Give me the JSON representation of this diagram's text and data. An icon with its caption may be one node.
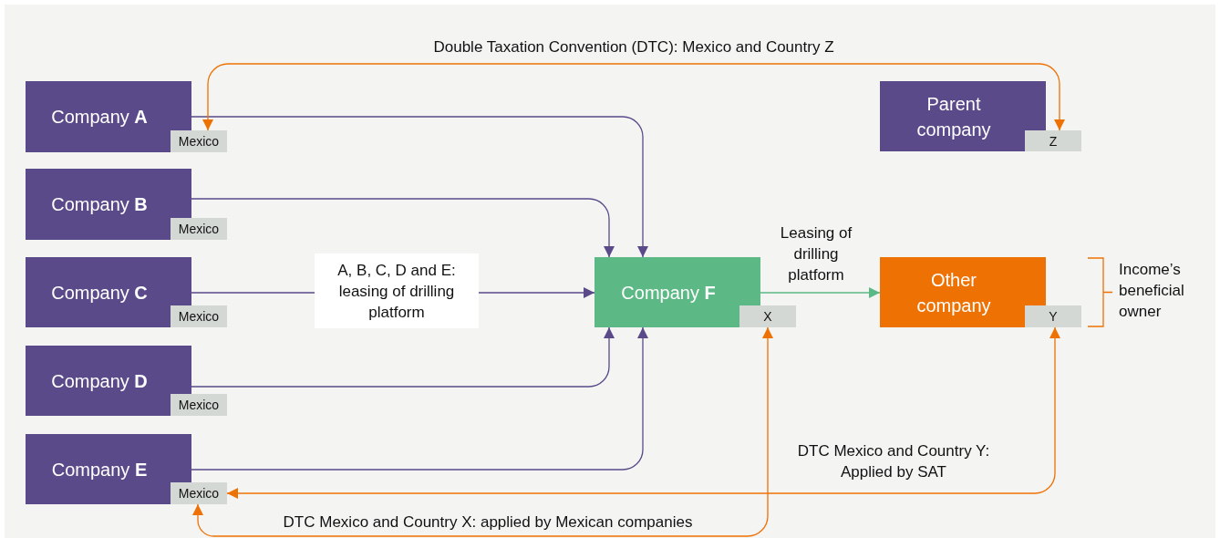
{
  "diagram": {
    "nodes": [
      {
        "text": [
          "Company **A**"
        ]
      },
      {
        "text": [
          "Mexico"
        ]
      },
      {
        "text": [
          "Company **B**"
        ]
      },
      {
        "text": [
          "Mexico"
        ]
      },
      {
        "text": [
          "Company **C**"
        ]
      },
      {
        "text": [
          "Mexico"
        ]
      },
      {
        "text": [
          "Company **D**"
        ]
      },
      {
        "text": [
          "Mexico"
        ]
      },
      {
        "text": [
          "Company **E**"
        ]
      },
      {
        "text": [
          "Mexico"
        ]
      },
      {
        "text": [
          "Parent company"
        ]
      },
      {
        "text": [
          "Z"
        ]
      },
      {
        "text": [
          "Company **F**"
        ]
      },
      {
        "text": [
          "X"
        ]
      },
      {
        "text": [
          "Other company"
        ]
      },
      {
        "text": [
          "Y"
        ]
      }
    ],
    "edges": [
      {
        "from": 0,
        "to": 12,
        "arrow": "to"
      },
      {
        "from": 2,
        "to": 12,
        "arrow": "to"
      },
      {
        "from": 4,
        "to": 12,
        "arrow": "to",
        "label": "A, B, C, D and E: leasing of drilling platform"
      },
      {
        "from": 6,
        "to": 12,
        "arrow": "to"
      },
      {
        "from": 8,
        "to": 12,
        "arrow": "to"
      },
      {
        "from": 12,
        "to": 14,
        "arrow": "to",
        "label": "Leasing of drilling platform",
        "color": "#5cb884"
      },
      {
        "from": 1,
        "to": 11,
        "arrow": "both",
        "label": "Double Taxation Convention (DTC): Mexico and Country Z",
        "color": "#ee7203"
      },
      {
        "from": 15,
        "to": 9,
        "arrow": "both",
        "label": "DTC Mexico and Country Y: Applied by SAT",
        "color": "#ee7203"
      },
      {
        "from": 9,
        "to": 13,
        "arrow": "both",
        "label": "DTC Mexico and Country X: applied by Mexican companies",
        "color": "#ee7203"
      }
    ],
    "labels": [
      "Income’s beneficial owner"
    ]
  }
}
